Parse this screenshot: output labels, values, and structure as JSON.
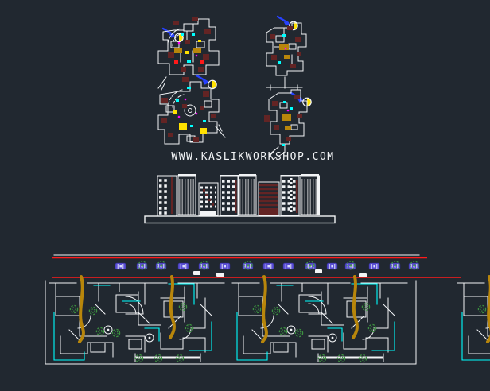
{
  "watermark": {
    "text": "WWW.KASLIKWORKSHOP.COM"
  },
  "colors": {
    "background": "#212830",
    "line_white": "#f2f4f6",
    "red": "#ff1a1a",
    "cyan": "#00ffff",
    "tree_green": "#3c9140",
    "path_olive": "#b8860b",
    "maroon": "#632424",
    "yellow": "#ffe100",
    "magenta": "#ff00ff",
    "arrow_blue": "#2741ff",
    "car_violet": "#5b4fd6",
    "tower_gray": "#8f9296"
  },
  "structure": {
    "floor_plan_count": 4,
    "parking_car_count": 15,
    "site_plan_module_count": 2,
    "site_plan_partial_module_count": 1
  }
}
